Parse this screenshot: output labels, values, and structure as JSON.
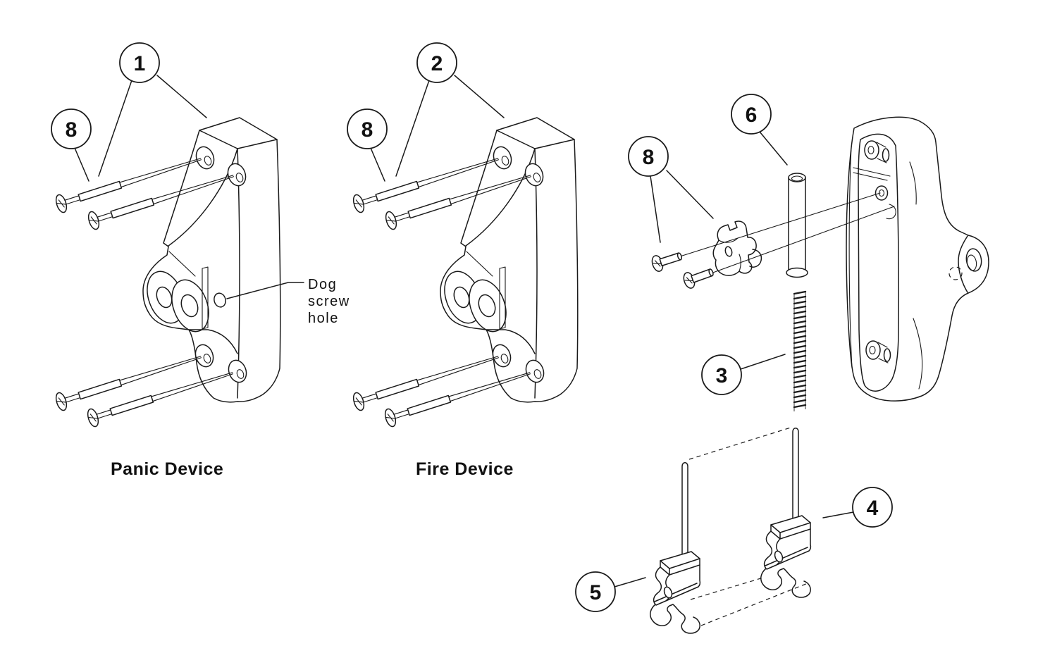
{
  "figure": {
    "background_color": "#ffffff",
    "line_color": "#1a1a1a",
    "panic_device": {
      "label": "Panic Device"
    },
    "fire_device": {
      "label": "Fire Device"
    },
    "annotations": {
      "dog_screw_hole": {
        "line1": "Dog",
        "line2": "screw",
        "line3": "hole"
      }
    },
    "callouts": {
      "panic_mounting_screws": "1",
      "fire_mounting_screws": "2",
      "spring": "3",
      "right_retainer_clip": "4",
      "left_retainer_clip": "5",
      "pin": "6",
      "machine_screws": "8"
    }
  }
}
